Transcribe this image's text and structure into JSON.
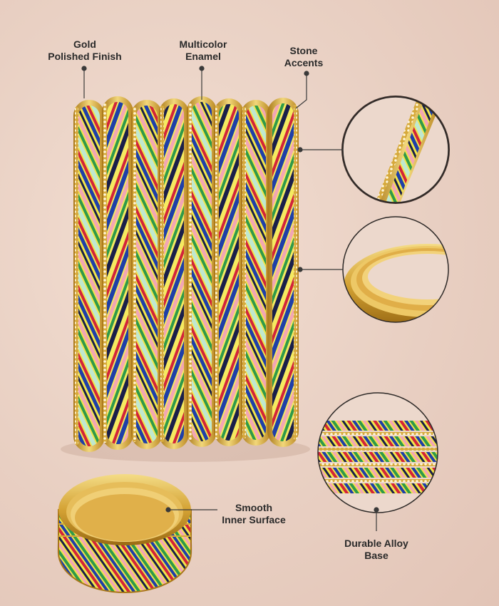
{
  "callouts": {
    "gold_finish": {
      "line1": "Gold",
      "line2": "Polished Finish"
    },
    "enamel": {
      "line1": "Multicolor",
      "line2": "Enamel"
    },
    "stone": {
      "line1": "Stone",
      "line2": "Accents"
    },
    "inner_surface": {
      "line1": "Smooth",
      "line2": "Inner Surface"
    },
    "alloy_base": {
      "line1": "Durable Alloy",
      "line2": "Base"
    }
  },
  "palette": {
    "gold": "#d9a93a",
    "gold_light": "#f2d77a",
    "gold_dark": "#a87618",
    "enamel_yellow": "#f2e64a",
    "enamel_blue": "#1f3fa8",
    "enamel_red": "#d2243a",
    "enamel_green": "#2f9a4a",
    "enamel_pink": "#f2a6b4",
    "enamel_navy": "#1a1f4a",
    "callout_line": "#3a3a3a"
  }
}
